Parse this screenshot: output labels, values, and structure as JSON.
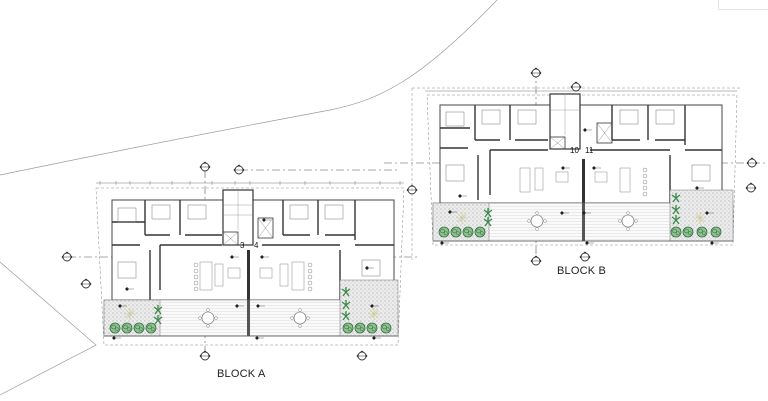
{
  "drawing": {
    "type": "architectural floor plan",
    "background": "#ffffff",
    "line_color": "#555555",
    "planting_color": "#3a8a4a",
    "paving_color": "#d9d9d9"
  },
  "blocks": [
    {
      "id": "A",
      "label": "BLOCK A",
      "units": [
        "3",
        "4"
      ]
    },
    {
      "id": "B",
      "label": "BLOCK B",
      "units": [
        "10",
        "11"
      ]
    }
  ],
  "symbols": {
    "grid_marker": "section-marker-icon",
    "level_marker": "level-marker-icon",
    "tree": "tree-icon",
    "shrub": "shrub-icon"
  }
}
